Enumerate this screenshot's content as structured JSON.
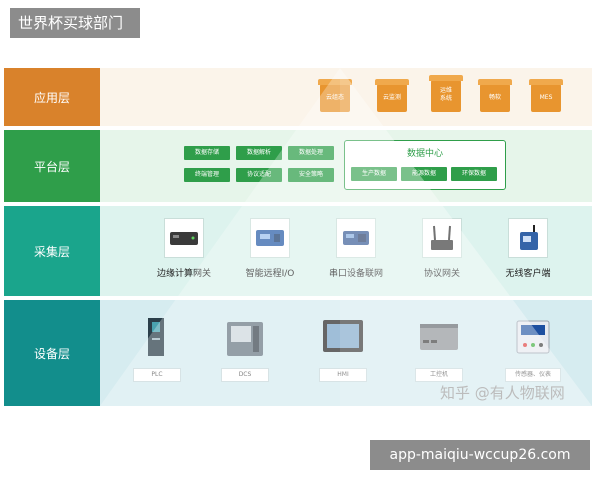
{
  "top_badge": "世界杯买球部门",
  "layers": {
    "app": {
      "label": "应用层",
      "items": [
        "云组态",
        "云监测",
        "运维\n系统",
        "畅软",
        "MES"
      ]
    },
    "platform": {
      "label": "平台层",
      "buttons": [
        "数据存储",
        "数据解析",
        "数据处理",
        "终端管理",
        "协议适配",
        "安全策略"
      ],
      "data_center": {
        "title": "数据中心",
        "items": [
          "生产数据",
          "能源数据",
          "环保数据"
        ]
      }
    },
    "collection": {
      "label": "采集层",
      "items": [
        "边缘计算网关",
        "智能远程I/O",
        "串口设备联网",
        "协议网关",
        "无线客户端"
      ]
    },
    "device": {
      "label": "设备层",
      "items": [
        "PLC",
        "DCS",
        "HMI",
        "工控机",
        "传感器、仪表"
      ]
    }
  },
  "watermark": "知乎 @有人物联网",
  "bottom_badge": "app-maiqiu-wccup26.com",
  "colors": {
    "app": "#d9822b",
    "platform": "#2f9e4a",
    "collection": "#1aa58c",
    "device": "#128e8c"
  }
}
